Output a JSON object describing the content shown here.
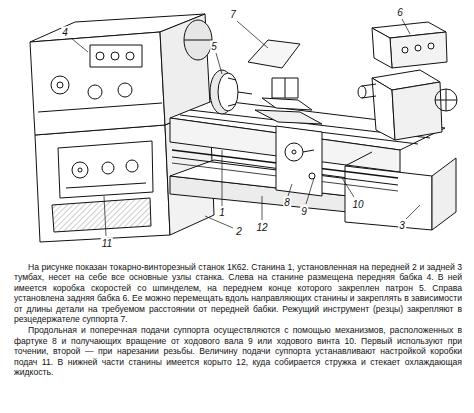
{
  "diagram": {
    "labels": [
      "1",
      "2",
      "3",
      "4",
      "5",
      "6",
      "7",
      "8",
      "9",
      "10",
      "11",
      "12",
      "На рисунке показан токарно-винторезный станок 1К62. Станина 1, установленная на передней 2 и задней 3 тумбах, несет на себе все основные узлы станка. Слева на станине размещена передняя бабка 4. В ней имеется коробка скоростей со шпинделем, на переднем конце которого закреплен патрон 5. Справа установлена задняя бабка 6. Ее можно перемещать вдоль направляющих станины и закреплять в зависимости от длины детали на требуемом расстоянии от передней бабки. Режущий инструмент (резцы) закрепляют в резцедержателе суппорта 7.",
      "Продольная и поперечная подачи суппорта осуществляются с помощью механизмов, расположенных в фартуке 8 и получающих вращение от ходового вала 9 или ходового винта 10. Первый используют при точении, второй — при нарезании резьбы. Величину подачи суппорта устанавливают настройкой коробки подач 11. В нижней части станины имеется корыто 12, куда собирается стружка и стекает охлаждающая жидкость."
    ]
  }
}
